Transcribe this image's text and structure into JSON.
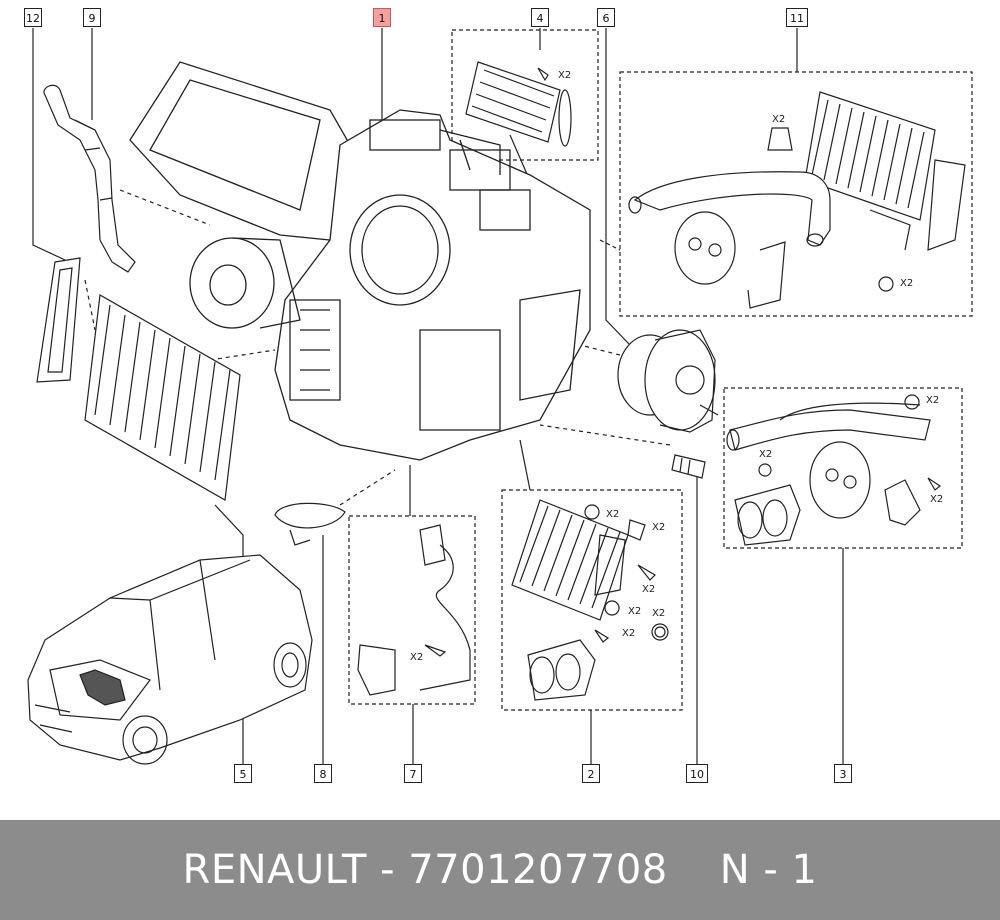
{
  "callouts": [
    {
      "label": "12"
    },
    {
      "label": "9"
    },
    {
      "label": "1"
    },
    {
      "label": "4"
    },
    {
      "label": "6"
    },
    {
      "label": "11"
    },
    {
      "label": "5"
    },
    {
      "label": "8"
    },
    {
      "label": "7"
    },
    {
      "label": "2"
    },
    {
      "label": "10"
    },
    {
      "label": "3"
    }
  ],
  "quantity_marks": {
    "x2": "X2"
  },
  "footer": {
    "brand_part": "RENAULT - 7701207708",
    "page": "N - 1"
  },
  "colors": {
    "highlight": "#f4a0a0",
    "footer_bg": "#8c8c8c",
    "line": "#222222"
  }
}
